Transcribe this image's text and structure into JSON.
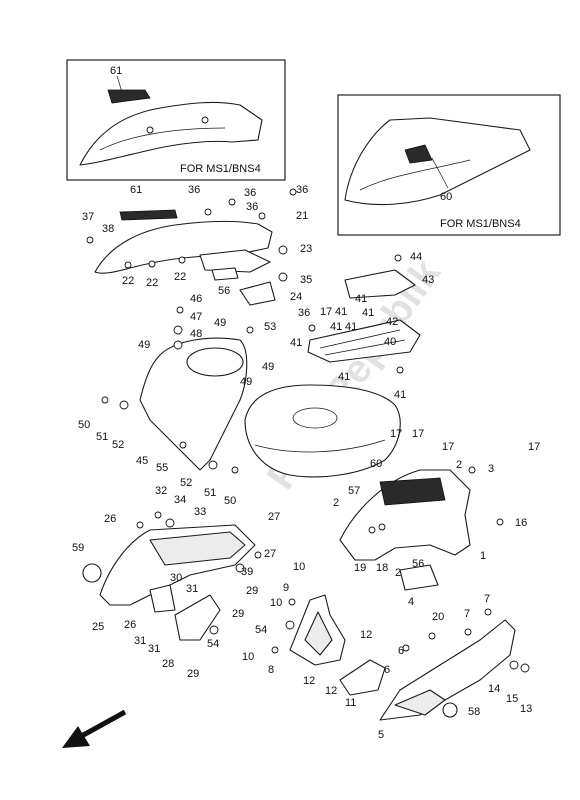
{
  "watermark": "PartsRepublik",
  "insets": [
    {
      "id": "inset-ms1-top",
      "label": "FOR MS1/BNS4",
      "callouts": [
        "61"
      ]
    },
    {
      "id": "inset-ms1-side",
      "label": "FOR MS1/BNS4",
      "callouts": [
        "60"
      ]
    }
  ],
  "callouts": {
    "c1": "1",
    "c2a": "2",
    "c2b": "2",
    "c2c": "2",
    "c3": "3",
    "c4": "4",
    "c5": "5",
    "c6a": "6",
    "c6b": "6",
    "c7": "7",
    "c8": "8",
    "c9": "9",
    "c10a": "10",
    "c10b": "10",
    "c10c": "10",
    "c11": "11",
    "c12a": "12",
    "c12b": "12",
    "c12c": "12",
    "c13": "13",
    "c14": "14",
    "c15": "15",
    "c16": "16",
    "c17a": "17",
    "c17b": "17",
    "c17c": "17",
    "c17d": "17",
    "c17e": "17",
    "c18": "18",
    "c19": "19",
    "c20": "20",
    "c21": "21",
    "c22a": "22",
    "c22b": "22",
    "c22c": "22",
    "c23": "23",
    "c24": "24",
    "c26a": "26",
    "c26b": "26",
    "c27a": "27",
    "c27b": "27",
    "c28": "28",
    "c29a": "29",
    "c29b": "29",
    "c29c": "29",
    "c30": "30",
    "c31a": "31",
    "c31b": "31",
    "c32": "32",
    "c33": "33",
    "c34": "34",
    "c35": "35",
    "c36a": "36",
    "c36b": "36",
    "c36c": "36",
    "c36d": "36",
    "c36e": "36",
    "c37": "37",
    "c38": "38",
    "c39": "39",
    "c40": "40",
    "c41a": "41",
    "c41b": "41",
    "c41c": "41",
    "c41d": "41",
    "c41e": "41",
    "c41f": "41",
    "c41g": "41",
    "c42": "42",
    "c43": "43",
    "c44": "44",
    "c45": "45",
    "c46": "46",
    "c47": "47",
    "c48": "48",
    "c49a": "49",
    "c49b": "49",
    "c49c": "49",
    "c49d": "49",
    "c50a": "50",
    "c50b": "50",
    "c51a": "51",
    "c51b": "51",
    "c52a": "52",
    "c52b": "52",
    "c53": "53",
    "c54a": "54",
    "c54b": "54",
    "c55": "55",
    "c56a": "56",
    "c56b": "56",
    "c57": "57",
    "c58": "58",
    "c59": "59",
    "c60": "60",
    "c61": "61",
    "c25": "25",
    "c7b": "7"
  },
  "icons": {
    "direction_arrow": "front-direction-arrow-icon"
  }
}
